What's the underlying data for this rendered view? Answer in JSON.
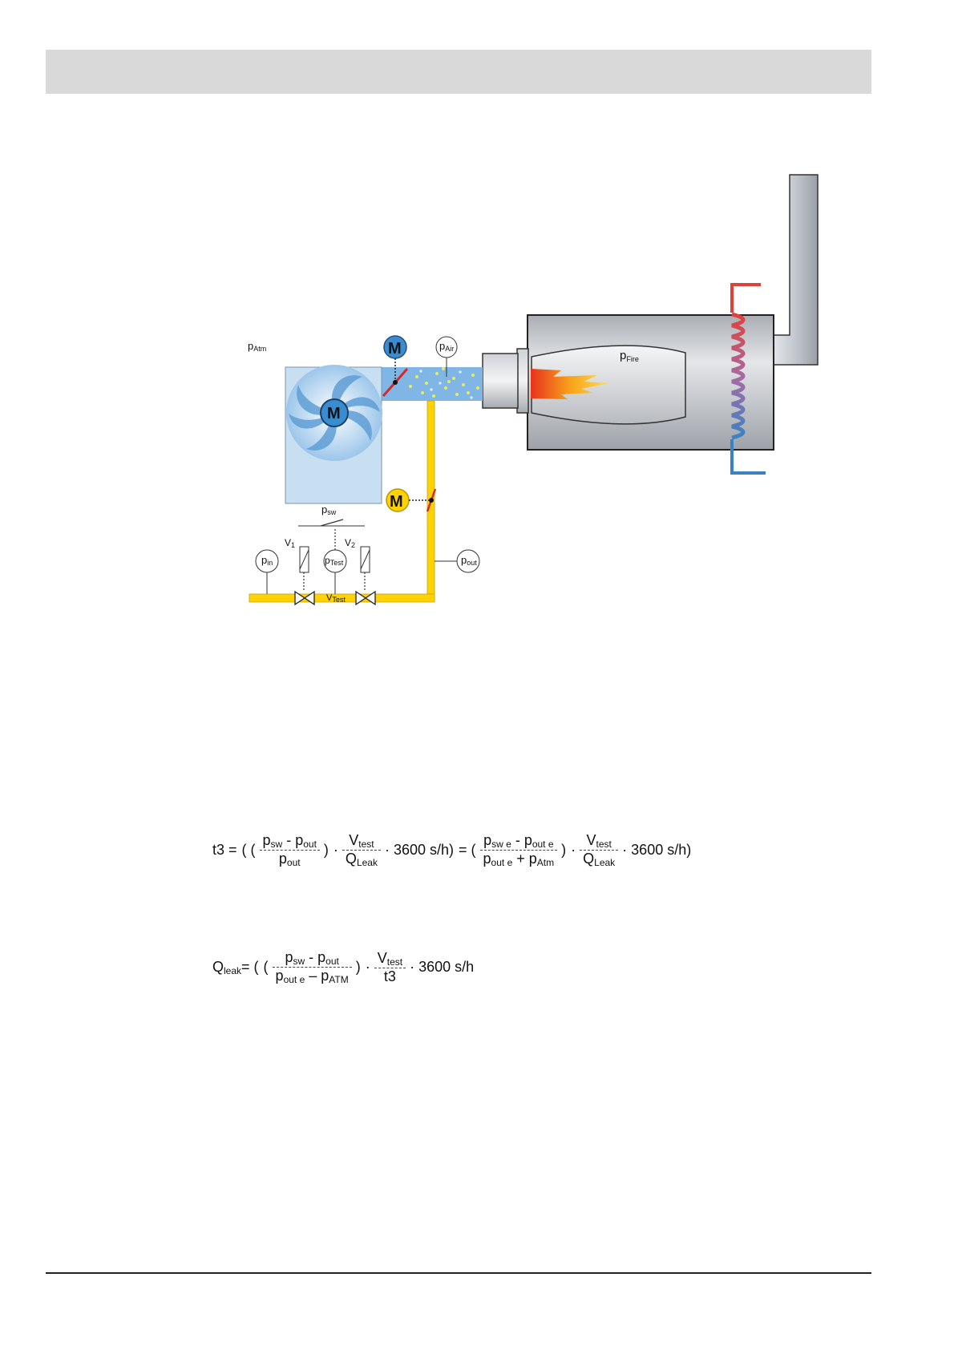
{
  "diagram": {
    "labels": {
      "p_atm": {
        "base": "p",
        "sub": "Atm"
      },
      "p_air": {
        "base": "p",
        "sub": "Air"
      },
      "p_fire": {
        "base": "p",
        "sub": "Fire"
      },
      "p_sw": {
        "base": "p",
        "sub": "sw"
      },
      "v1": {
        "base": "V",
        "sub": "1"
      },
      "v2": {
        "base": "V",
        "sub": "2"
      },
      "p_in": {
        "base": "p",
        "sub": "in"
      },
      "p_test": {
        "base": "p",
        "sub": "Test"
      },
      "v_test": {
        "base": "V",
        "sub": "Test"
      },
      "p_out": {
        "base": "p",
        "sub": "out"
      },
      "motor": "M"
    },
    "colors": {
      "air_duct": "#7fb6e6",
      "gas_pipe": "#ffd200",
      "boiler": "#c9c9c9",
      "flame": "#f7a21b",
      "damper": "#d8262b",
      "hot_water": "#e0403a",
      "cold_water": "#3b82c4"
    }
  },
  "equation1": {
    "lhs": "t3 =",
    "open": "( (",
    "frac1_num": {
      "a": "p",
      "a_sub": "sw",
      "op": " - ",
      "b": "p",
      "b_sub": "out"
    },
    "frac1_den": {
      "a": "p",
      "a_sub": "out"
    },
    "close1": ")",
    "dot": "·",
    "frac2_num": {
      "a": "V",
      "a_sub": "test"
    },
    "frac2_den": {
      "a": "Q",
      "a_sub": "Leak"
    },
    "tail": "· 3600 s/h)",
    "eq2": "= (",
    "frac3_num": {
      "a": "p",
      "a_sub": "sw e",
      "op": " - ",
      "b": "p",
      "b_sub": "out e"
    },
    "frac3_den": {
      "a": "p",
      "a_sub": "out e",
      "op": " + ",
      "b": "p",
      "b_sub": "Atm"
    },
    "close3": ")",
    "frac4_num": {
      "a": "V",
      "a_sub": "test"
    },
    "frac4_den": {
      "a": "Q",
      "a_sub": "Leak"
    },
    "tail2": "· 3600 s/h)"
  },
  "equation2": {
    "lhs_base": "Q",
    "lhs_sub": "leak",
    "lhs_eq": "= (",
    "open": "(",
    "frac1_num": {
      "a": "p",
      "a_sub": "sw",
      "op": " - ",
      "b": "p",
      "b_sub": "out"
    },
    "frac1_den": {
      "a": "p",
      "a_sub": "out e",
      "op": " – ",
      "b": "p",
      "b_sub": "ATM"
    },
    "close1": ")",
    "dot": "·",
    "frac2_num": {
      "a": "V",
      "a_sub": "test"
    },
    "frac2_den": {
      "a": "t3"
    },
    "tail": "· 3600 s/h"
  }
}
